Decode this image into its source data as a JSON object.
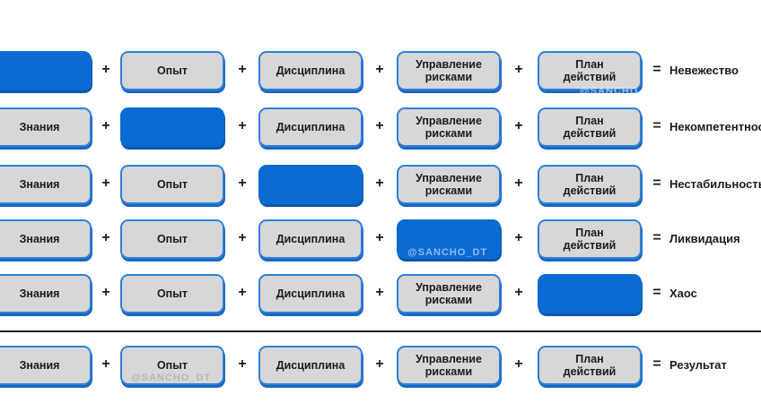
{
  "rows": [
    {
      "boxes": [
        {
          "text": "",
          "highlighted": true
        },
        {
          "text": "Опыт",
          "highlighted": false
        },
        {
          "text": "Дисциплина",
          "highlighted": false
        },
        {
          "text": "Управление\nрисками",
          "highlighted": false
        },
        {
          "text": "План\nдействий",
          "highlighted": false
        }
      ],
      "result": "Невежество"
    },
    {
      "boxes": [
        {
          "text": "Знания",
          "highlighted": false
        },
        {
          "text": "",
          "highlighted": true
        },
        {
          "text": "Дисциплина",
          "highlighted": false
        },
        {
          "text": "Управление\nрисками",
          "highlighted": false
        },
        {
          "text": "План\nдействий",
          "highlighted": false
        }
      ],
      "result": "Некомпетентность"
    },
    {
      "boxes": [
        {
          "text": "Знания",
          "highlighted": false
        },
        {
          "text": "Опыт",
          "highlighted": false
        },
        {
          "text": "",
          "highlighted": true
        },
        {
          "text": "Управление\nрисками",
          "highlighted": false
        },
        {
          "text": "План\nдействий",
          "highlighted": false
        }
      ],
      "result": "Нестабильность"
    },
    {
      "boxes": [
        {
          "text": "Знания",
          "highlighted": false
        },
        {
          "text": "Опыт",
          "highlighted": false
        },
        {
          "text": "Дисциплина",
          "highlighted": false
        },
        {
          "text": "",
          "highlighted": true
        },
        {
          "text": "План\nдействий",
          "highlighted": false
        }
      ],
      "result": "Ликвидация"
    },
    {
      "boxes": [
        {
          "text": "Знания",
          "highlighted": false
        },
        {
          "text": "Опыт",
          "highlighted": false
        },
        {
          "text": "Дисциплина",
          "highlighted": false
        },
        {
          "text": "Управление\nрисками",
          "highlighted": false
        },
        {
          "text": "",
          "highlighted": true
        }
      ],
      "result": "Хаос"
    },
    {
      "boxes": [
        {
          "text": "Знания",
          "highlighted": false
        },
        {
          "text": "Опыт",
          "highlighted": false
        },
        {
          "text": "Дисциплина",
          "highlighted": false
        },
        {
          "text": "Управление\nрисками",
          "highlighted": false
        },
        {
          "text": "План\nдействий",
          "highlighted": false
        }
      ],
      "result": "Результат"
    }
  ],
  "operators": {
    "plus": "+",
    "equals": "="
  },
  "watermark": "@SANCHO_DT",
  "colors": {
    "highlight": "#0a6bd2",
    "box_fill": "#d7d7d7",
    "box_border": "#2f7fd9",
    "divider": "#222222"
  }
}
